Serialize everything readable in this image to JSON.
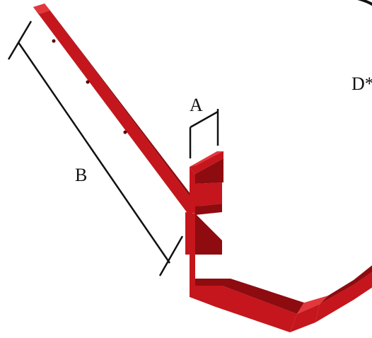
{
  "colors": {
    "part_fill": "#c4161c",
    "part_shadow": "#8e0b10",
    "part_highlight": "#e2383c",
    "dimension_line": "#111111",
    "background": "#ffffff"
  },
  "labels": {
    "a": "A",
    "b": "B",
    "d": "D*"
  }
}
